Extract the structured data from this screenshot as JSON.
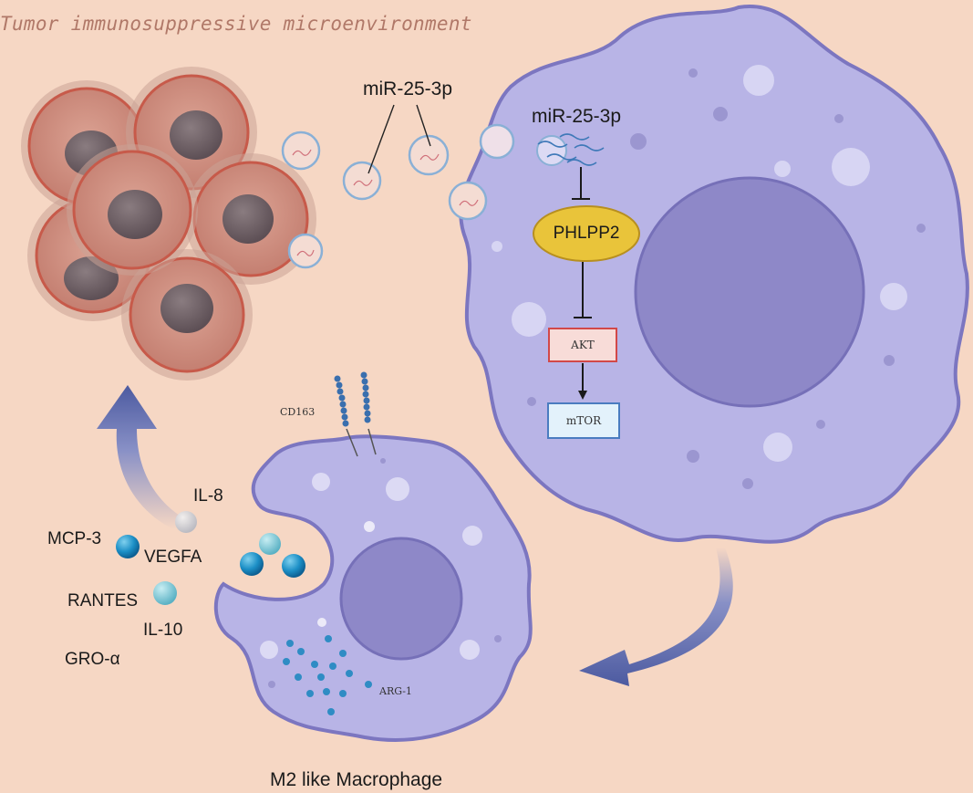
{
  "title": "Tumor immunosuppressive microenvironment",
  "mirna": {
    "top_label": "miR-25-3p",
    "inside_label": "miR-25-3p"
  },
  "pathway": {
    "phlpp2": "PHLPP2",
    "akt": "AKT",
    "mtor": "mTOR"
  },
  "macrophage": {
    "label": "M2 like Macrophage",
    "marker": "CD163",
    "enzyme": "ARG-1"
  },
  "cytokines": [
    "IL-8",
    "MCP-3",
    "VEGFA",
    "RANTES",
    "IL-10",
    "GRO-α"
  ],
  "colors": {
    "background": "#f6d7c4",
    "cell": "#b8b4e6",
    "nucleus": "#8e88c8",
    "tumor": "#cf8e80",
    "arrow": "#4c5aa0",
    "phlpp2_fill": "#e9c43a"
  }
}
